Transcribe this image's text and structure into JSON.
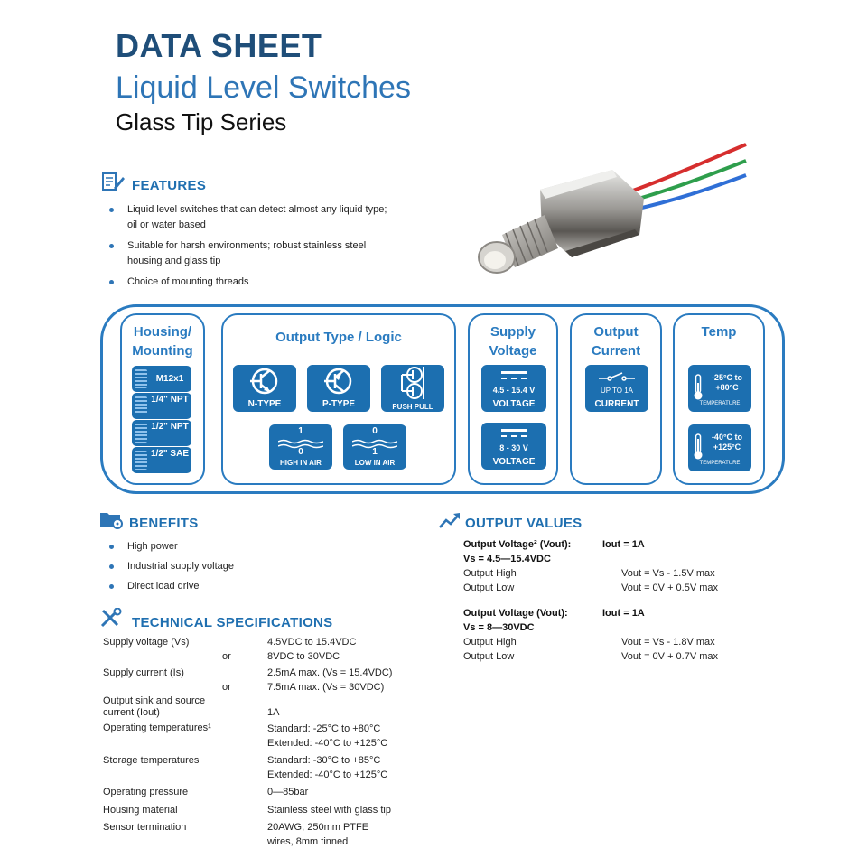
{
  "header": {
    "title": "DATA SHEET",
    "subtitle": "Liquid Level Switches",
    "series": "Glass Tip Series"
  },
  "features": {
    "heading": "FEATURES",
    "items": [
      {
        "line1": "Liquid level switches that can detect almost any liquid type;",
        "line2": "oil or water based"
      },
      {
        "line1": "Suitable for harsh environments; robust stainless steel",
        "line2": "housing and glass tip"
      },
      {
        "line1": "Choice of mounting threads",
        "line2": ""
      }
    ]
  },
  "options": {
    "housing": {
      "title": "Housing/ Mounting",
      "threads": [
        "M12x1",
        "1/4\" NPT",
        "1/2\" NPT",
        "1/2\" SAE"
      ]
    },
    "output_type": {
      "title": "Output Type / Logic",
      "types": [
        "N-TYPE",
        "P-TYPE",
        "PUSH PULL"
      ],
      "logic": [
        {
          "label": "HIGH IN AIR",
          "top": "1",
          "bottom": "0"
        },
        {
          "label": "LOW IN AIR",
          "top": "0",
          "bottom": "1"
        }
      ]
    },
    "supply": {
      "title": "Supply Voltage",
      "tiles": [
        {
          "range": "4.5 - 15.4 V",
          "label": "VOLTAGE"
        },
        {
          "range": "8 - 30 V",
          "label": "VOLTAGE"
        }
      ]
    },
    "current": {
      "title": "Output Current",
      "tile": {
        "range": "UP TO 1A",
        "label": "CURRENT"
      }
    },
    "temp": {
      "title": "Temp",
      "tiles": [
        {
          "range": "-25°C to +80°C",
          "label": "TEMPERATURE"
        },
        {
          "range": "-40°C to +125°C",
          "label": "TEMPERATURE"
        }
      ]
    }
  },
  "benefits": {
    "heading": "BENEFITS",
    "items": [
      "High power",
      "Industrial supply voltage",
      "Direct load drive"
    ]
  },
  "tech_specs": {
    "heading": "TECHNICAL SPECIFICATIONS",
    "rows": [
      {
        "label": "Supply voltage (Vs)",
        "or": "",
        "value": "4.5VDC to 15.4VDC"
      },
      {
        "label": "",
        "or": "or",
        "value": "8VDC to 30VDC"
      },
      {
        "label": "Supply current (Is)",
        "or": "",
        "value": "2.5mA max. (Vs = 15.4VDC)"
      },
      {
        "label": "",
        "or": "or",
        "value": "7.5mA max. (Vs = 30VDC)"
      },
      {
        "label": "Output sink and source",
        "or": "",
        "value": ""
      },
      {
        "label": "current (Iout)",
        "or": "",
        "value": "1A"
      },
      {
        "label": "Operating temperatures¹",
        "or": "",
        "value": "Standard: -25°C to +80°C"
      },
      {
        "label": "",
        "or": "",
        "value": "Extended: -40°C to +125°C"
      },
      {
        "label": "Storage temperatures",
        "or": "",
        "value": "Standard: -30°C to +85°C"
      },
      {
        "label": "",
        "or": "",
        "value": "Extended: -40°C to +125°C"
      },
      {
        "label": "Operating pressure",
        "or": "",
        "value": "0—85bar"
      },
      {
        "label": "Housing material",
        "or": "",
        "value": "Stainless steel with glass tip"
      },
      {
        "label": "Sensor termination",
        "or": "",
        "value": "20AWG, 250mm PTFE"
      },
      {
        "label": "",
        "or": "",
        "value": "wires, 8mm tinned"
      }
    ]
  },
  "output_values": {
    "heading": "OUTPUT VALUES",
    "groups": [
      {
        "title": "Output Voltage² (Vout):",
        "iout": "Iout = 1A",
        "vs": "Vs = 4.5—15.4VDC",
        "rows": [
          {
            "label": "Output High",
            "value": "Vout = Vs - 1.5V max"
          },
          {
            "label": "Output Low",
            "value": "Vout = 0V + 0.5V max"
          }
        ]
      },
      {
        "title": "Output Voltage (Vout):",
        "iout": "Iout = 1A",
        "vs": "Vs = 8—30VDC",
        "rows": [
          {
            "label": "Output High",
            "value": "Vout = Vs - 1.8V max"
          },
          {
            "label": "Output Low",
            "value": "Vout = 0V + 0.7V max"
          }
        ]
      }
    ]
  },
  "colors": {
    "navy": "#1f4e79",
    "accent": "#2e75b6",
    "tile": "#1c6fb0",
    "wire_red": "#d62e2e",
    "wire_green": "#2e9e4c",
    "wire_blue": "#2f6fd6"
  }
}
